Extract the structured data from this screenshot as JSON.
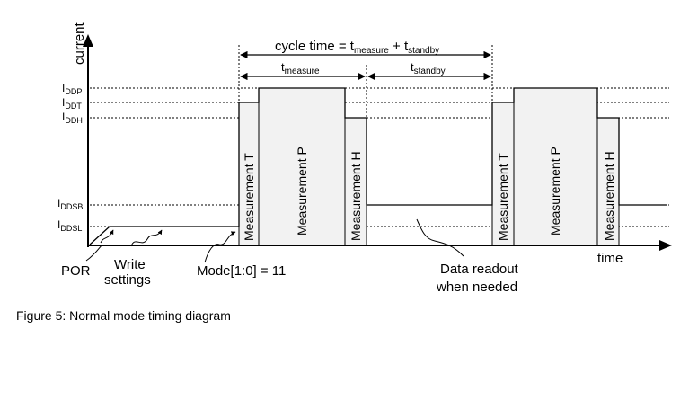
{
  "axes": {
    "y_label": "current",
    "x_label": "time"
  },
  "current_levels": [
    {
      "id": "ddp",
      "main": "I",
      "sub": "DDP"
    },
    {
      "id": "ddt",
      "main": "I",
      "sub": "DDT"
    },
    {
      "id": "ddh",
      "main": "I",
      "sub": "DDH"
    },
    {
      "id": "ddsb",
      "main": "I",
      "sub": "DDSB"
    },
    {
      "id": "ddsl",
      "main": "I",
      "sub": "DDSL"
    }
  ],
  "cycle": {
    "label_prefix": "cycle time = t",
    "label_sub1": "measure",
    "label_mid": " + t",
    "label_sub2": "standby",
    "measure_main": "t",
    "measure_sub": "measure",
    "standby_main": "t",
    "standby_sub": "standby"
  },
  "phases": {
    "temperature": "Measurement T",
    "pressure": "Measurement P",
    "humidity": "Measurement H"
  },
  "annotations": {
    "por": "POR",
    "write_line1": "Write",
    "write_line2": "settings",
    "mode": "Mode[1:0] = 11",
    "readout_line1": "Data readout",
    "readout_line2": "when needed"
  },
  "caption": "Figure 5: Normal mode timing diagram"
}
